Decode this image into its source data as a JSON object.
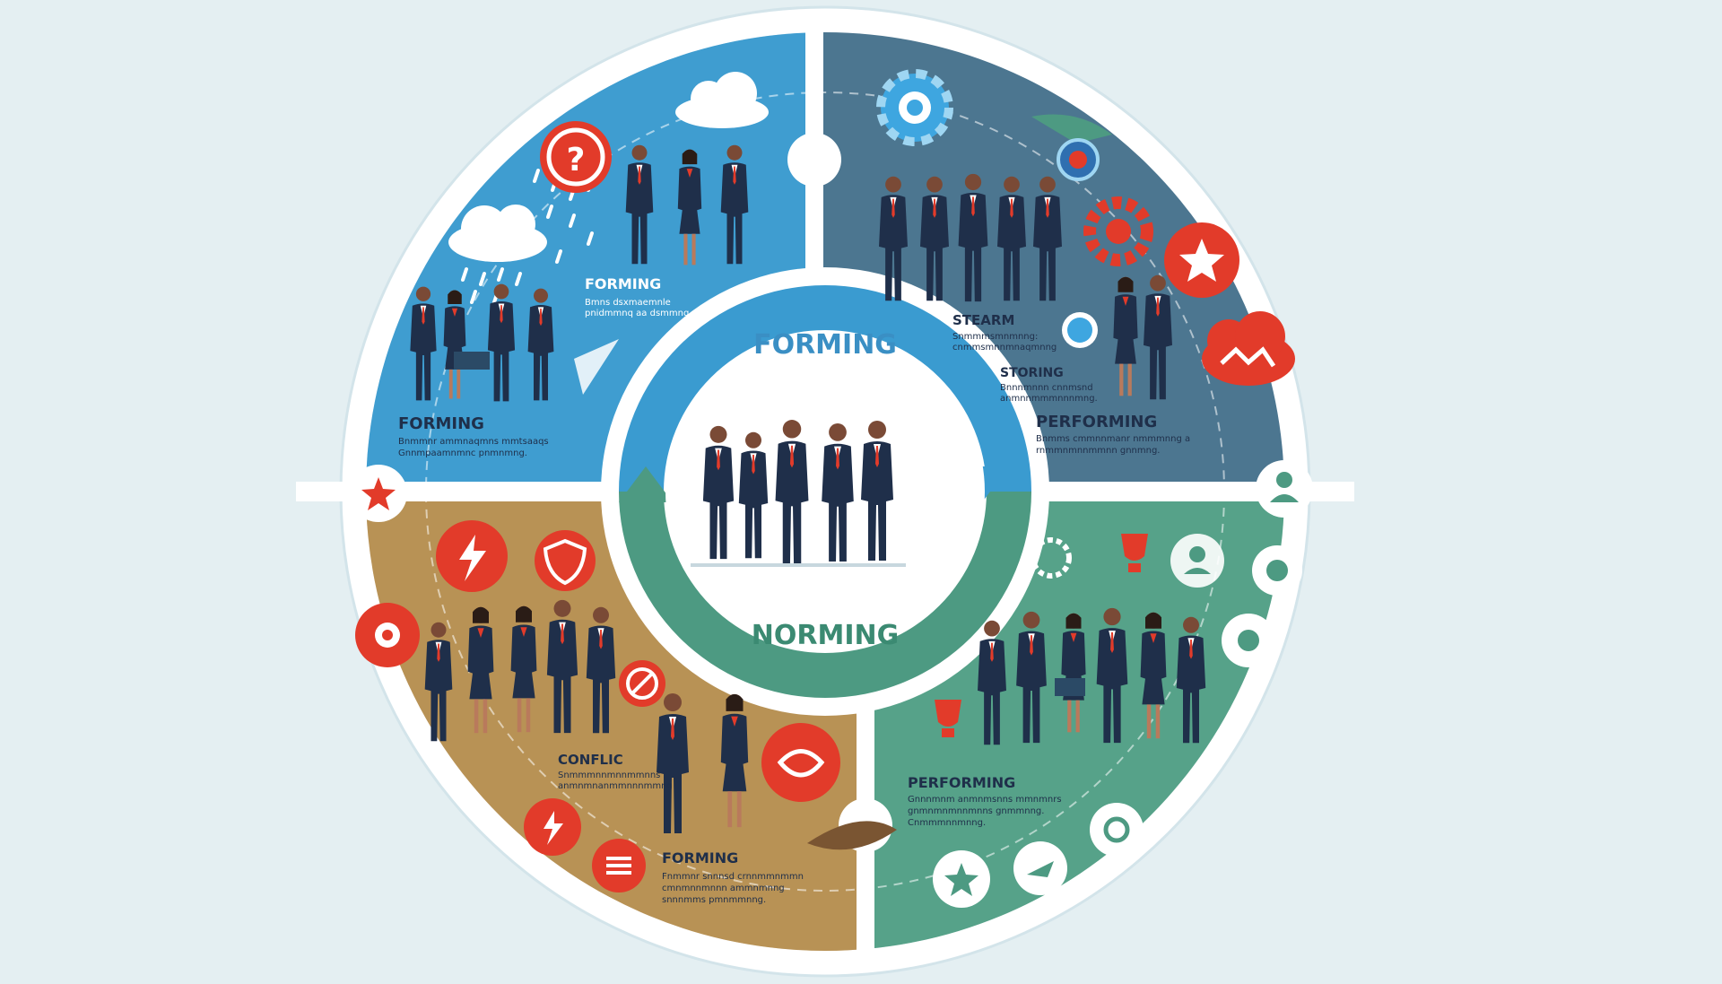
{
  "diagram": {
    "center": {
      "top_label": "FORMING",
      "bottom_label": "NORMING"
    },
    "quadrants": {
      "top_left": {
        "color": "#2f8fc6",
        "heading_1": "FORMING",
        "text_1a": "Bmns dsxmaemnle",
        "text_1b": "pnidmmnq aa dsmmng",
        "heading_2": "FORMING",
        "text_2a": "Bnmmnr ammnaqmns mmtsaaqs",
        "text_2b": "Gnnmpaamnmnc pnmnmng."
      },
      "top_right": {
        "color": "#4c7690",
        "heading_1": "STEARM",
        "text_1a": "Snmmmsmnmnng:",
        "text_1b": "cnmmsmnnmnaqmnng",
        "heading_2": "STORING",
        "text_2a": "Bnnnmnnn cnnmsnd",
        "text_2b": "anmnnmmmnnnmng.",
        "heading_3": "PERFORMING",
        "text_3a": "Bnmms cmmnnmanr nmmmnng a",
        "text_3b": "rnmmnmnnmmnn gnnmng."
      },
      "bottom_left": {
        "color": "#b08a4c",
        "heading_1": "CONFLIC",
        "text_1a": "Snmmmnnmnnmmnns",
        "text_1b": "anmnmnanmmnnnmmng",
        "heading_2": "FORMING",
        "text_2a": "Fnmmnr snnnsd crnnmmnmmn",
        "text_2b": "cmnmnnmnnn ammnmnng",
        "text_2c": "snnnmms pmnmmnng."
      },
      "bottom_right": {
        "color": "#4d9a82",
        "heading_1": "PERFORMING",
        "text_1a": "Gnnnmnm anmnmsnns mmnmnrs",
        "text_1b": "gnmnmnmnnmnns gnmmnng.",
        "text_1c": "Cnmmmnnmnng."
      }
    },
    "icons": [
      "question-icon",
      "cloud-icon",
      "rain-cloud-icon",
      "gear-icon",
      "shuttle-icon",
      "star-icon",
      "alert-cloud-icon",
      "globe-icon",
      "user-icon",
      "trophy-icon",
      "lightning-icon",
      "shield-icon",
      "no-icon",
      "handshake-icon",
      "list-icon",
      "flower-icon",
      "plane-icon",
      "sun-icon"
    ]
  }
}
